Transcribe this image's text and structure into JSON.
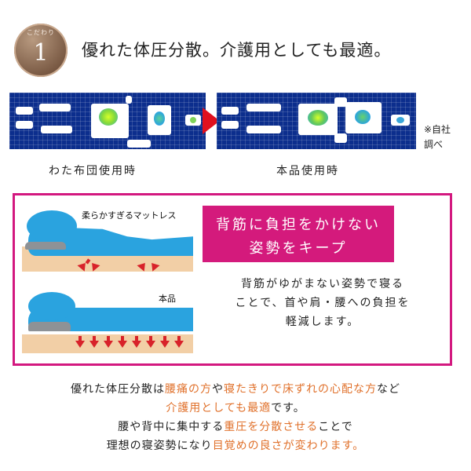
{
  "badge": {
    "label": "こだわり",
    "number": "1"
  },
  "headline": "優れた体圧分散。介護用としても最適。",
  "maps": {
    "left_caption": "わた布団使用時",
    "right_caption": "本品使用時",
    "note_line1": "※自社",
    "note_line2": "調べ",
    "colors": {
      "background": "#0c2e8d",
      "arrow": "#e0101e"
    }
  },
  "illustrations": {
    "soft_label": "柔らかすぎるマットレス",
    "good_label": "本品"
  },
  "pink_box": {
    "line1": "背筋に負担をかけない",
    "line2": "姿勢をキープ",
    "color": "#d41a7c"
  },
  "description": {
    "line1": "背筋がゆがまない姿勢で寝る",
    "line2": "ことで、首や肩・腰への負担を",
    "line3": "軽減します。"
  },
  "bottom": {
    "p1_a": "優れた体圧分散は",
    "p1_b": "腰痛の方",
    "p1_c": "や",
    "p1_d": "寝たきりで床ずれの心配な方",
    "p1_e": "など",
    "p2_a": "介護用としても最適",
    "p2_b": "です。",
    "p3": "腰や背中に集中する",
    "p3_b": "重圧を分散させる",
    "p3_c": "ことで",
    "p4_a": "理想の寝姿勢になり",
    "p4_b": "目覚めの良さが変わります。",
    "accent_color": "#e0702a"
  }
}
